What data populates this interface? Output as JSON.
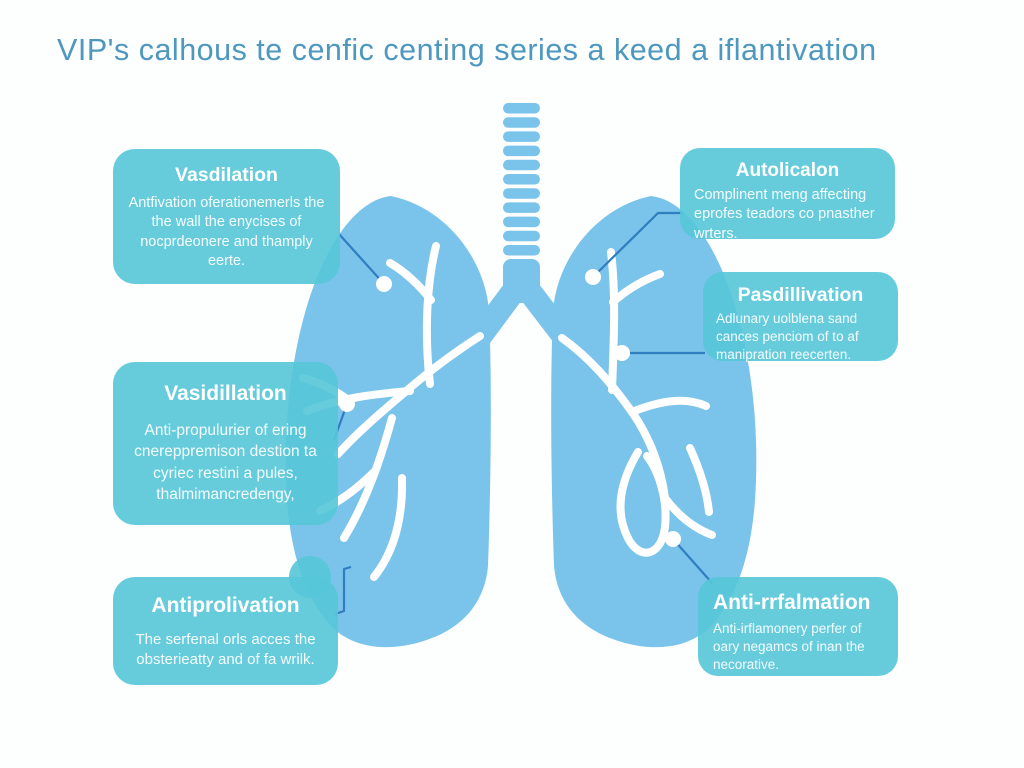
{
  "title": "VIP's calhous te cenfic centing series a keed a iflantivation",
  "colors": {
    "title_blue": "#4e97bf",
    "lung_blue": "#7ac3ea",
    "box_teal": "#55c7d8",
    "leader_blue": "#2e7ec0",
    "background": "#fdfefe"
  },
  "illustration": "lungs-with-trachea",
  "callouts": [
    {
      "id": "vasdilation",
      "title": "Vasdilation",
      "body": "Antfivation oferationemerls the the wall the enycises of nocprdeonere and thamply eerte."
    },
    {
      "id": "vasidillation",
      "title": "Vasidillation",
      "body": "Anti-propulurier of ering cnereppremison destion ta cyriec restini a pules, thalmimancredengy,"
    },
    {
      "id": "antiprolivation",
      "title": "Antiprolivation",
      "body": "The serfenal orls acces the obsterieatty and of fa wrilk."
    },
    {
      "id": "autolicalon",
      "title": "Autolicalon",
      "body": "Complinent meng affecting eprofes teadors co pnasther wrters."
    },
    {
      "id": "pasdillivation",
      "title": "Pasdillivation",
      "body": "Adlunary uolblena sand cances penciom of to af manipration reecerten."
    },
    {
      "id": "anti-rrfalmation",
      "title": "Anti-rrfalmation",
      "body": "Anti-irflamonery perfer of oary negamcs of inan the necorative."
    }
  ]
}
